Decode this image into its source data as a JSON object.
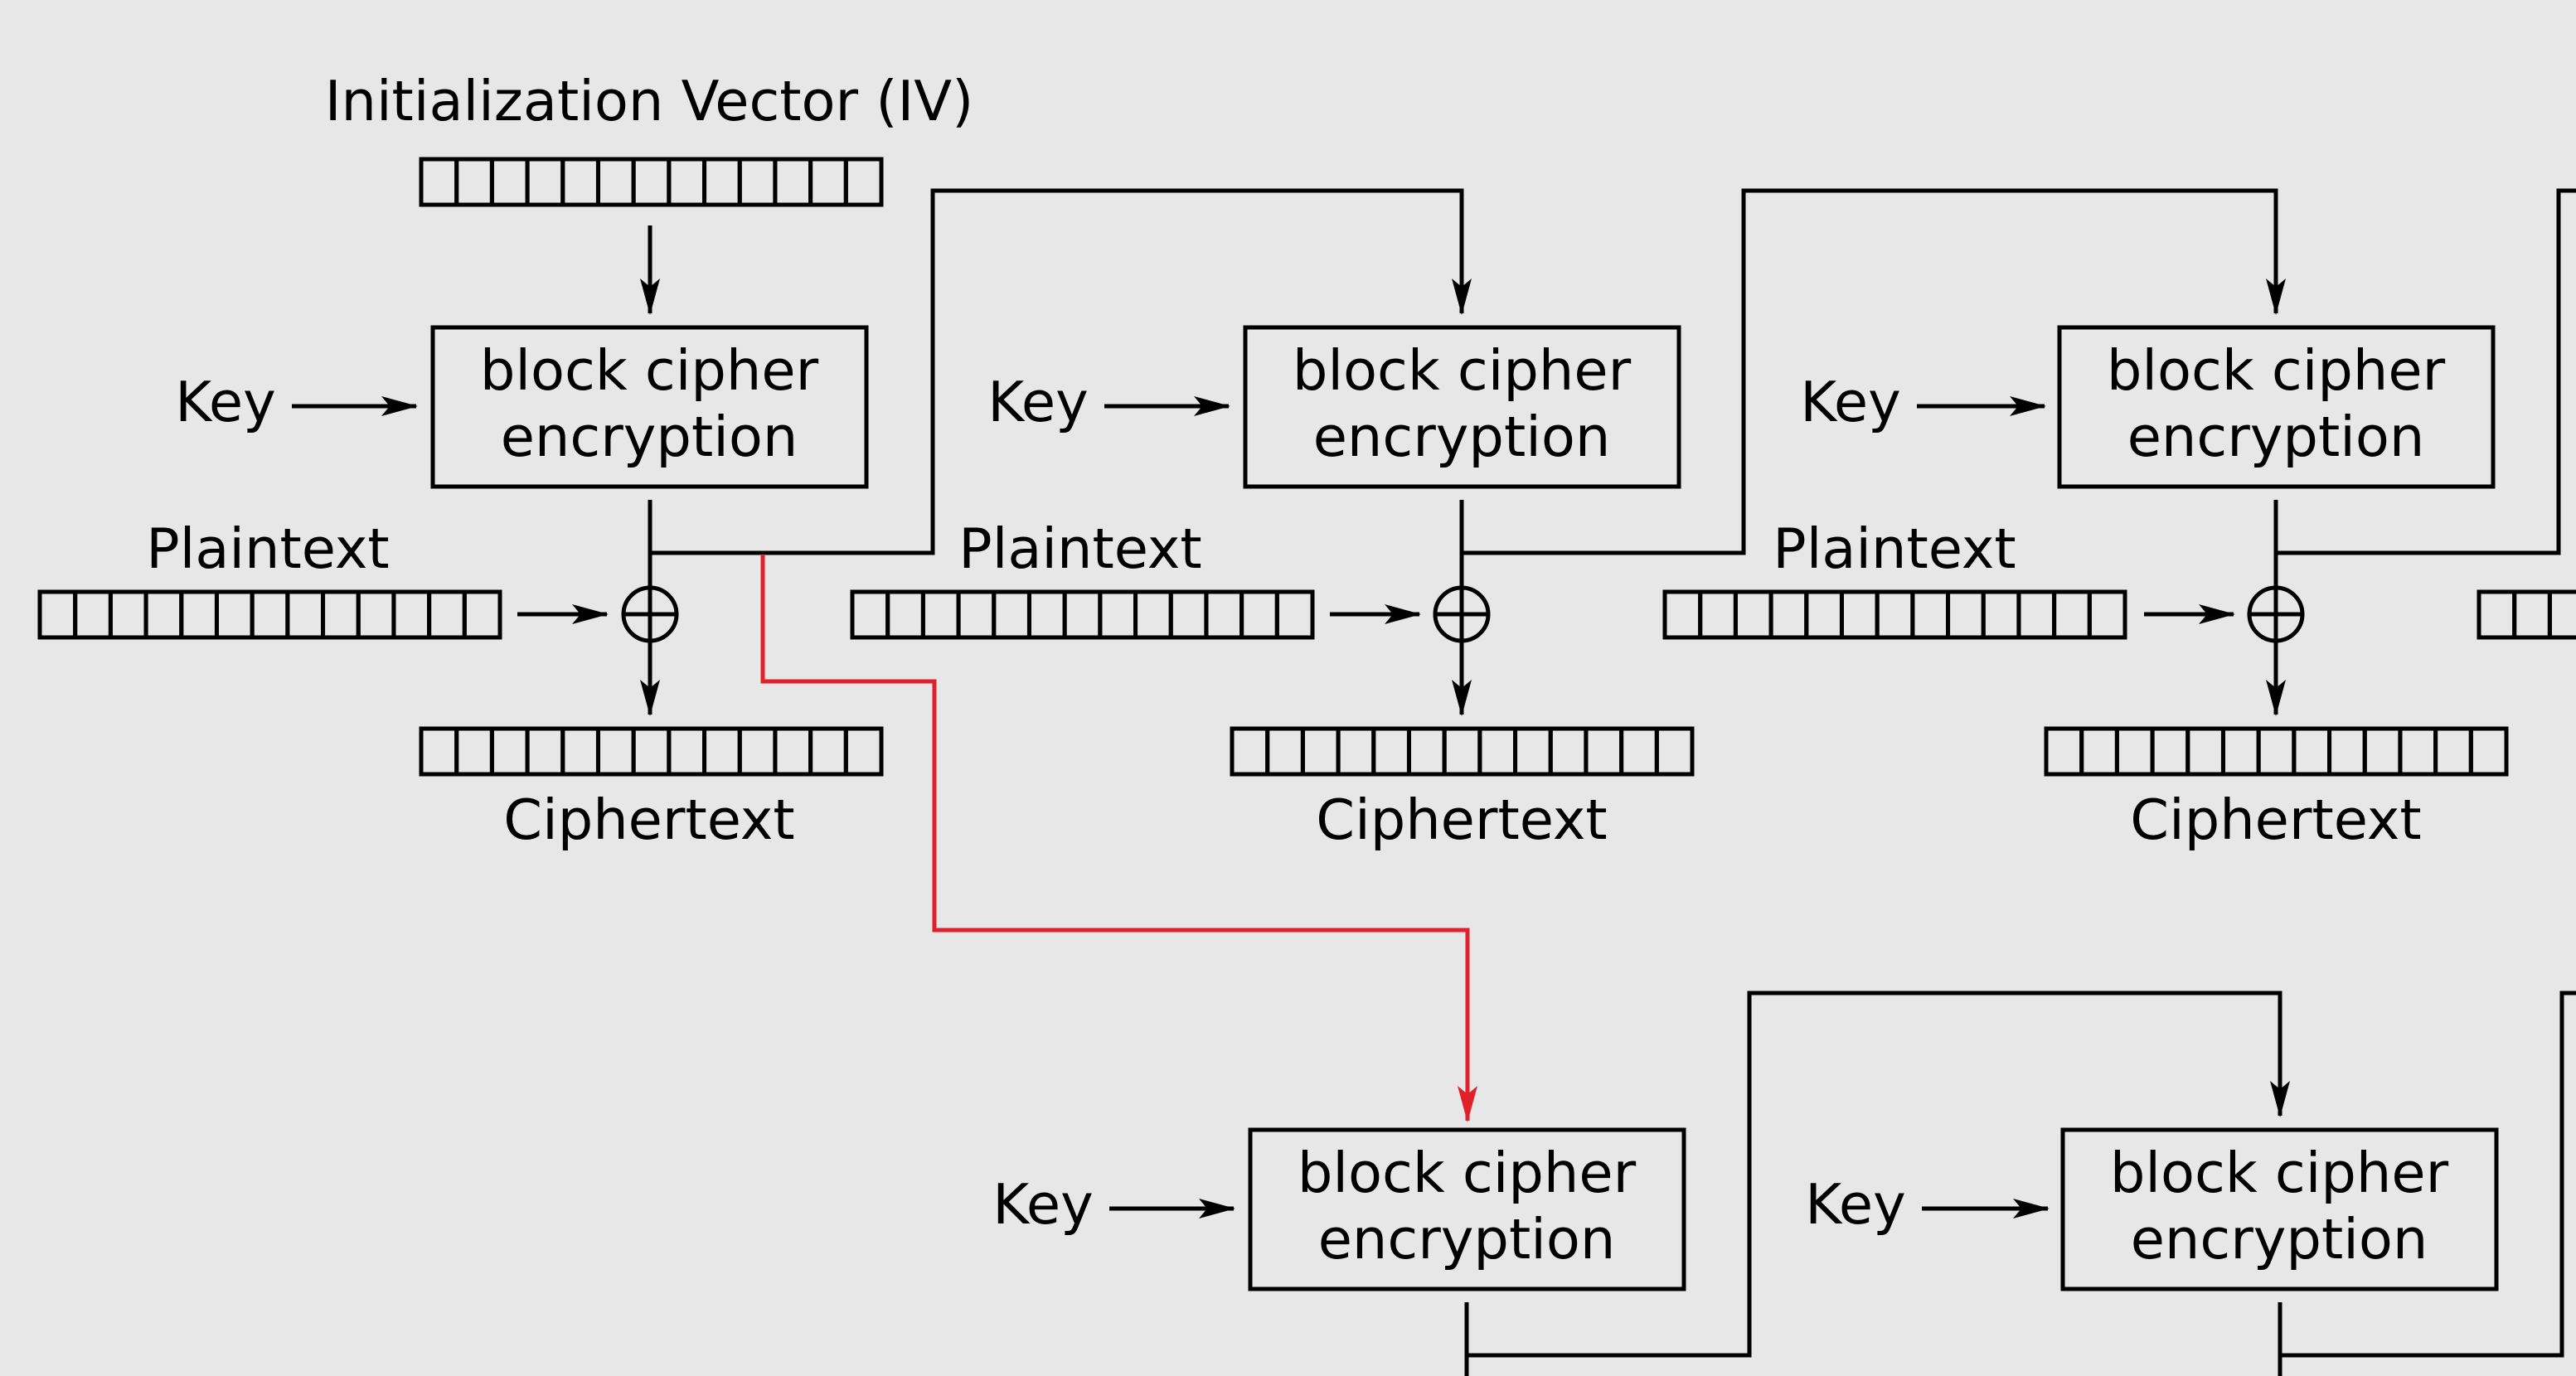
{
  "labels": {
    "iv": "Initialization Vector (IV)",
    "key": "Key",
    "block_line1": "block cipher",
    "block_line2": "encryption",
    "plaintext": "Plaintext",
    "ciphertext": "Ciphertext"
  },
  "colors": {
    "background": "#e6e7e6",
    "line": "#000000",
    "highlight": "#e0202a"
  },
  "register_cells": 13,
  "icons": {
    "xor": "circle-plus-icon",
    "arrow": "arrow-head-icon"
  }
}
